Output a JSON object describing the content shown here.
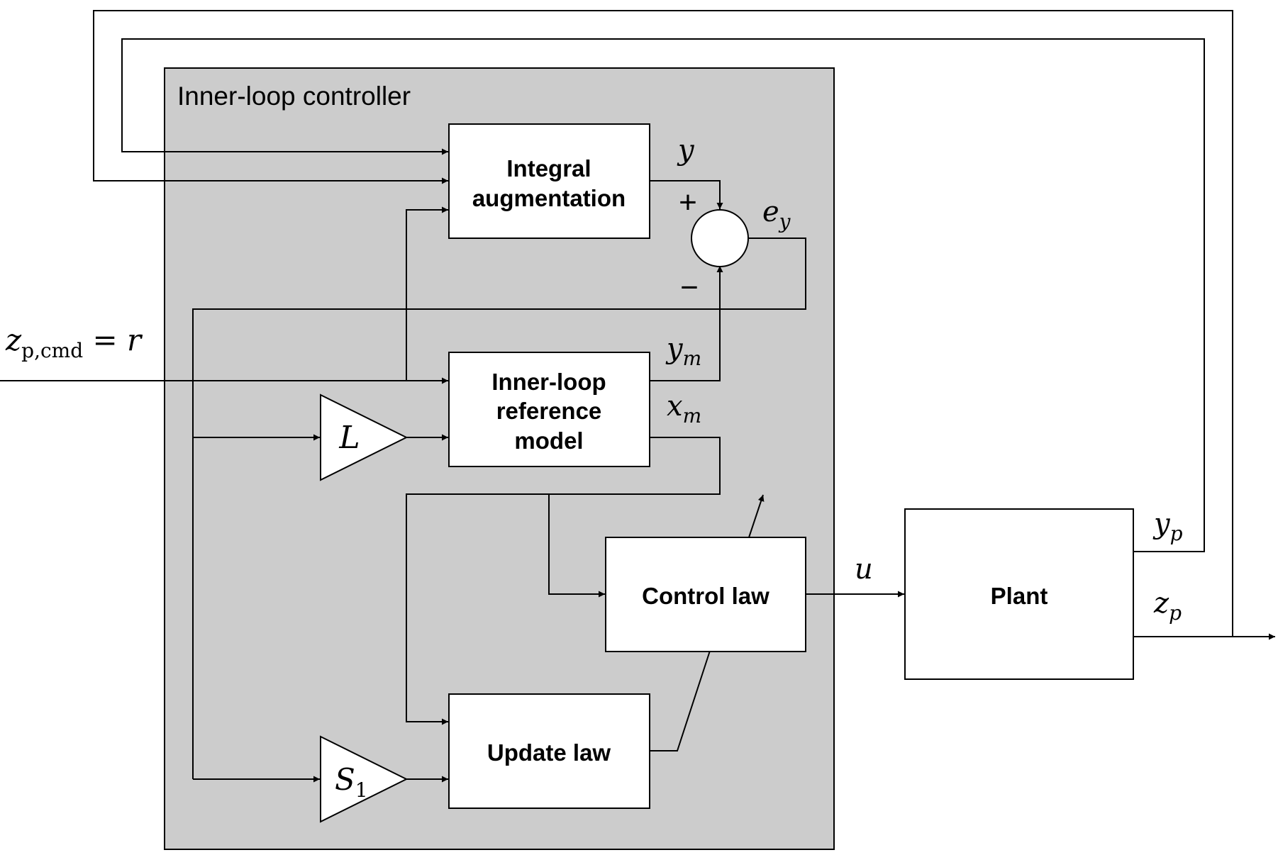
{
  "container": {
    "title": "Inner-loop controller"
  },
  "blocks": {
    "integral": {
      "line1": "Integral",
      "line2": "augmentation"
    },
    "reference_model": {
      "line1": "Inner-loop",
      "line2": "reference",
      "line3": "model"
    },
    "control_law": {
      "label": "Control law"
    },
    "update_law": {
      "label": "Update law"
    },
    "plant": {
      "label": "Plant"
    }
  },
  "gains": {
    "L": "L",
    "S1_base": "S",
    "S1_sub": "1"
  },
  "summer": {
    "plus": "+",
    "minus": "−"
  },
  "signals": {
    "y": "y",
    "e_base": "e",
    "e_sub": "y",
    "ym_base": "y",
    "ym_sub": "m",
    "xm_base": "x",
    "xm_sub": "m",
    "u": "u",
    "yp_base": "y",
    "yp_sub": "p",
    "zp_base": "z",
    "zp_sub": "p",
    "cmd_base": "z",
    "cmd_sub": "p,cmd",
    "cmd_rhs": " = r"
  },
  "colors": {
    "container_fill": "#cccccc",
    "block_fill": "#ffffff",
    "stroke": "#000000"
  }
}
